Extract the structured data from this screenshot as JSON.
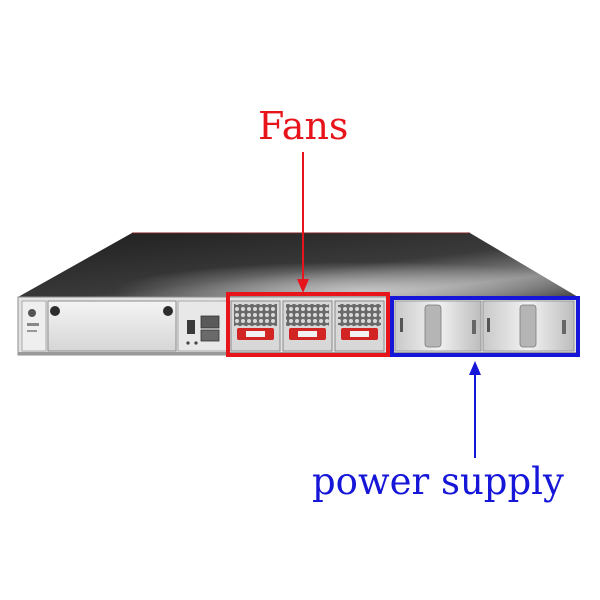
{
  "callouts": {
    "fans": {
      "label": "Fans",
      "color": "#e8141c"
    },
    "power_supply": {
      "label": "power supply",
      "color": "#1616d8"
    }
  },
  "device": {
    "chassis_color": "#2a2a2a",
    "panel_color": "#e9e9e9",
    "fan_module_count": 3,
    "psu_module_count": 2
  }
}
